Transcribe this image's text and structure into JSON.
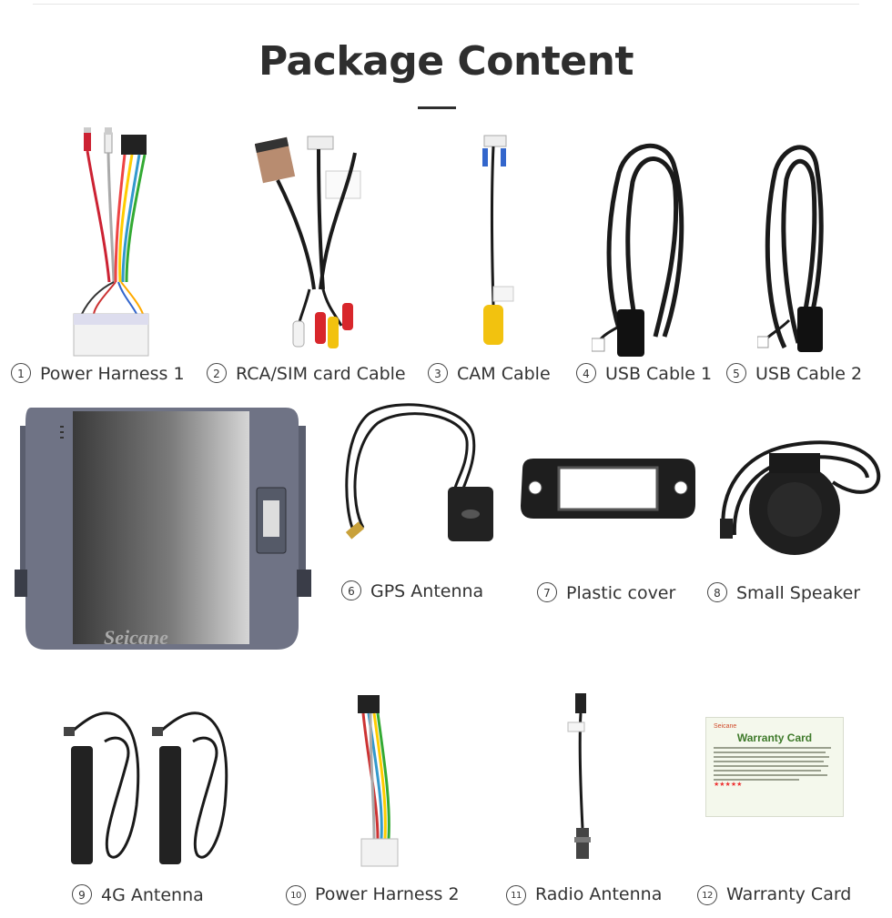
{
  "page": {
    "title": "Package Content"
  },
  "items": [
    {
      "num": "1",
      "label": "Power Harness 1"
    },
    {
      "num": "2",
      "label": "RCA/SIM card Cable"
    },
    {
      "num": "3",
      "label": "CAM Cable"
    },
    {
      "num": "4",
      "label": "USB Cable 1"
    },
    {
      "num": "5",
      "label": "USB Cable 2"
    },
    {
      "num": "6",
      "label": "GPS Antenna"
    },
    {
      "num": "7",
      "label": "Plastic cover"
    },
    {
      "num": "8",
      "label": "Small Speaker"
    },
    {
      "num": "9",
      "label": "4G Antenna"
    },
    {
      "num": "10",
      "label": "Power Harness 2"
    },
    {
      "num": "11",
      "label": "Radio Antenna"
    },
    {
      "num": "12",
      "label": "Warranty Card"
    }
  ],
  "head_unit": {
    "watermark": "Seicane"
  },
  "warranty_card": {
    "brand": "Seicane",
    "title": "Warranty Card"
  },
  "colors": {
    "title": "#2e2e2e",
    "bezel": "#6f7385",
    "cable": "#1a1a1a",
    "rca_red": "#d8262b",
    "rca_yellow": "#f2c20f"
  }
}
